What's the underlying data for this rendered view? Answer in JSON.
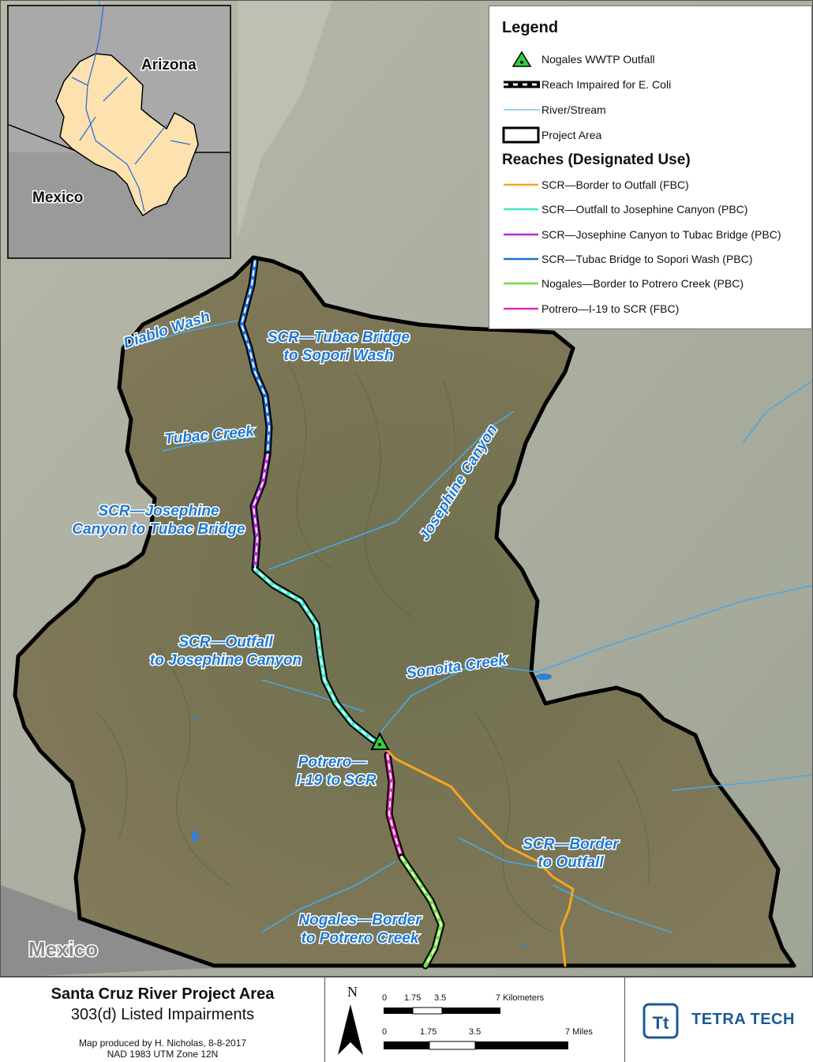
{
  "inset": {
    "state_label": "Arizona",
    "country_label": "Mexico"
  },
  "legend": {
    "title": "Legend",
    "items": [
      {
        "label": "Nogales WWTP Outfall",
        "icon": "green-triangle-icon"
      },
      {
        "label": "Reach Impaired for E. Coli",
        "icon": "dashed-reach-icon"
      },
      {
        "label": "River/Stream",
        "icon": "thin-blue-line-icon"
      },
      {
        "label": "Project Area",
        "icon": "black-outline-box-icon"
      }
    ],
    "reaches_title": "Reaches (Designated Use)",
    "reaches": [
      {
        "label": "SCR—Border to Outfall (FBC)",
        "color": "#f5a623"
      },
      {
        "label": "SCR—Outfall to Josephine Canyon (PBC)",
        "color": "#3ee6c8"
      },
      {
        "label": "SCR—Josephine Canyon to Tubac Bridge (PBC)",
        "color": "#b02dd6"
      },
      {
        "label": "SCR—Tubac Bridge to Sopori Wash (PBC)",
        "color": "#1f6fd6"
      },
      {
        "label": "Nogales—Border to Potrero Creek (PBC)",
        "color": "#6ee03a"
      },
      {
        "label": "Potrero—I-19 to SCR (FBC)",
        "color": "#e02ab8"
      }
    ]
  },
  "map_labels": {
    "diablo_wash": "Diablo Wash",
    "scr_tubac_1": "SCR—Tubac Bridge",
    "scr_tubac_2": "to Sopori Wash",
    "tubac_creek": "Tubac Creek",
    "scr_josephine_1": "SCR—Josephine",
    "scr_josephine_2": "Canyon to Tubac Bridge",
    "josephine_canyon": "Josephine Canyon",
    "scr_outfall_1": "SCR—Outfall",
    "scr_outfall_2": "to Josephine Canyon",
    "sonoita_creek": "Sonoita Creek",
    "potrero_1": "Potrero—",
    "potrero_2": "I-19 to SCR",
    "scr_border_1": "SCR—Border",
    "scr_border_2": "to Outfall",
    "nogales_1": "Nogales—Border",
    "nogales_2": "to Potrero Creek",
    "mexico": "Mexico"
  },
  "footer": {
    "title": "Santa Cruz River Project Area",
    "subtitle": "303(d) Listed Impairments",
    "credit_1": "Map produced by H. Nicholas, 8-8-2017",
    "credit_2": "NAD 1983 UTM Zone 12N",
    "north": "N",
    "km_ticks": [
      "0",
      "1.75",
      "3.5",
      "7 Kilometers"
    ],
    "mi_ticks": [
      "0",
      "1.75",
      "3.5",
      "7 Miles"
    ],
    "company": "TETRA TECH"
  },
  "colors": {
    "terrain": "#7d7a5c",
    "outside": "#a9ae9f",
    "mexico_area": "#8d8d8d",
    "inset_state": "#fde2b0",
    "river": "#4aa8e8",
    "label_fill": "#1f78d1",
    "logo": "#1a5a96"
  }
}
